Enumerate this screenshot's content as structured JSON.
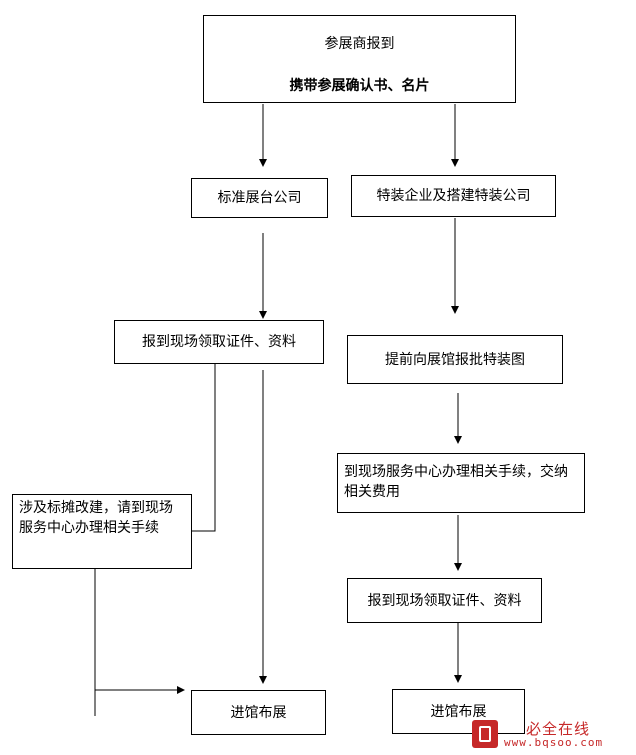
{
  "top_box": {
    "line1": "参展商报到",
    "line2": "携带参展确认书、名片"
  },
  "left": {
    "standard_booth": "标准展台公司",
    "register_onsite": "报到现场领取证件、资料",
    "booth_change": "涉及标摊改建，请到现场服务中心办理相关手续",
    "enter_hall": "进馆布展"
  },
  "right": {
    "special_company": "特装企业及搭建特装公司",
    "submit_drawing": "提前向展馆报批特装图",
    "service_center": "到现场服务中心办理相关手续，交纳相关费用",
    "register_onsite": "报到现场领取证件、资料",
    "enter_hall": "进馆布展"
  },
  "watermark": {
    "logo": "必全在线",
    "url": "www.bqsoo.com"
  }
}
